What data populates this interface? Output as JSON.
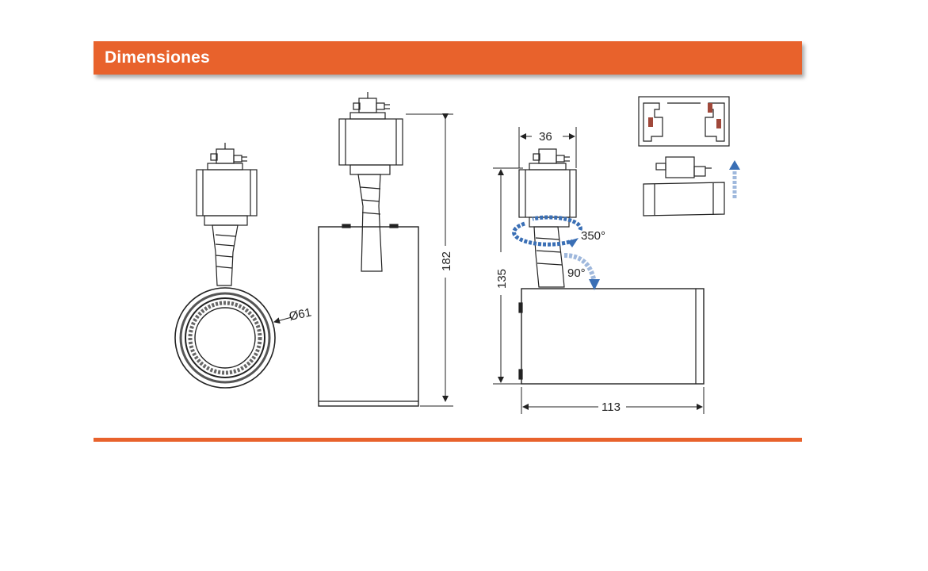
{
  "header": {
    "title": "Dimensiones"
  },
  "dimensions": {
    "diameter": "Ø61",
    "height": "182",
    "width": "36",
    "body_height": "135",
    "length": "113",
    "rotation_horizontal": "350°",
    "rotation_vertical": "90°"
  },
  "colors": {
    "accent": "#e8622c",
    "arrow": "#3a6fb5",
    "line": "#222222"
  }
}
